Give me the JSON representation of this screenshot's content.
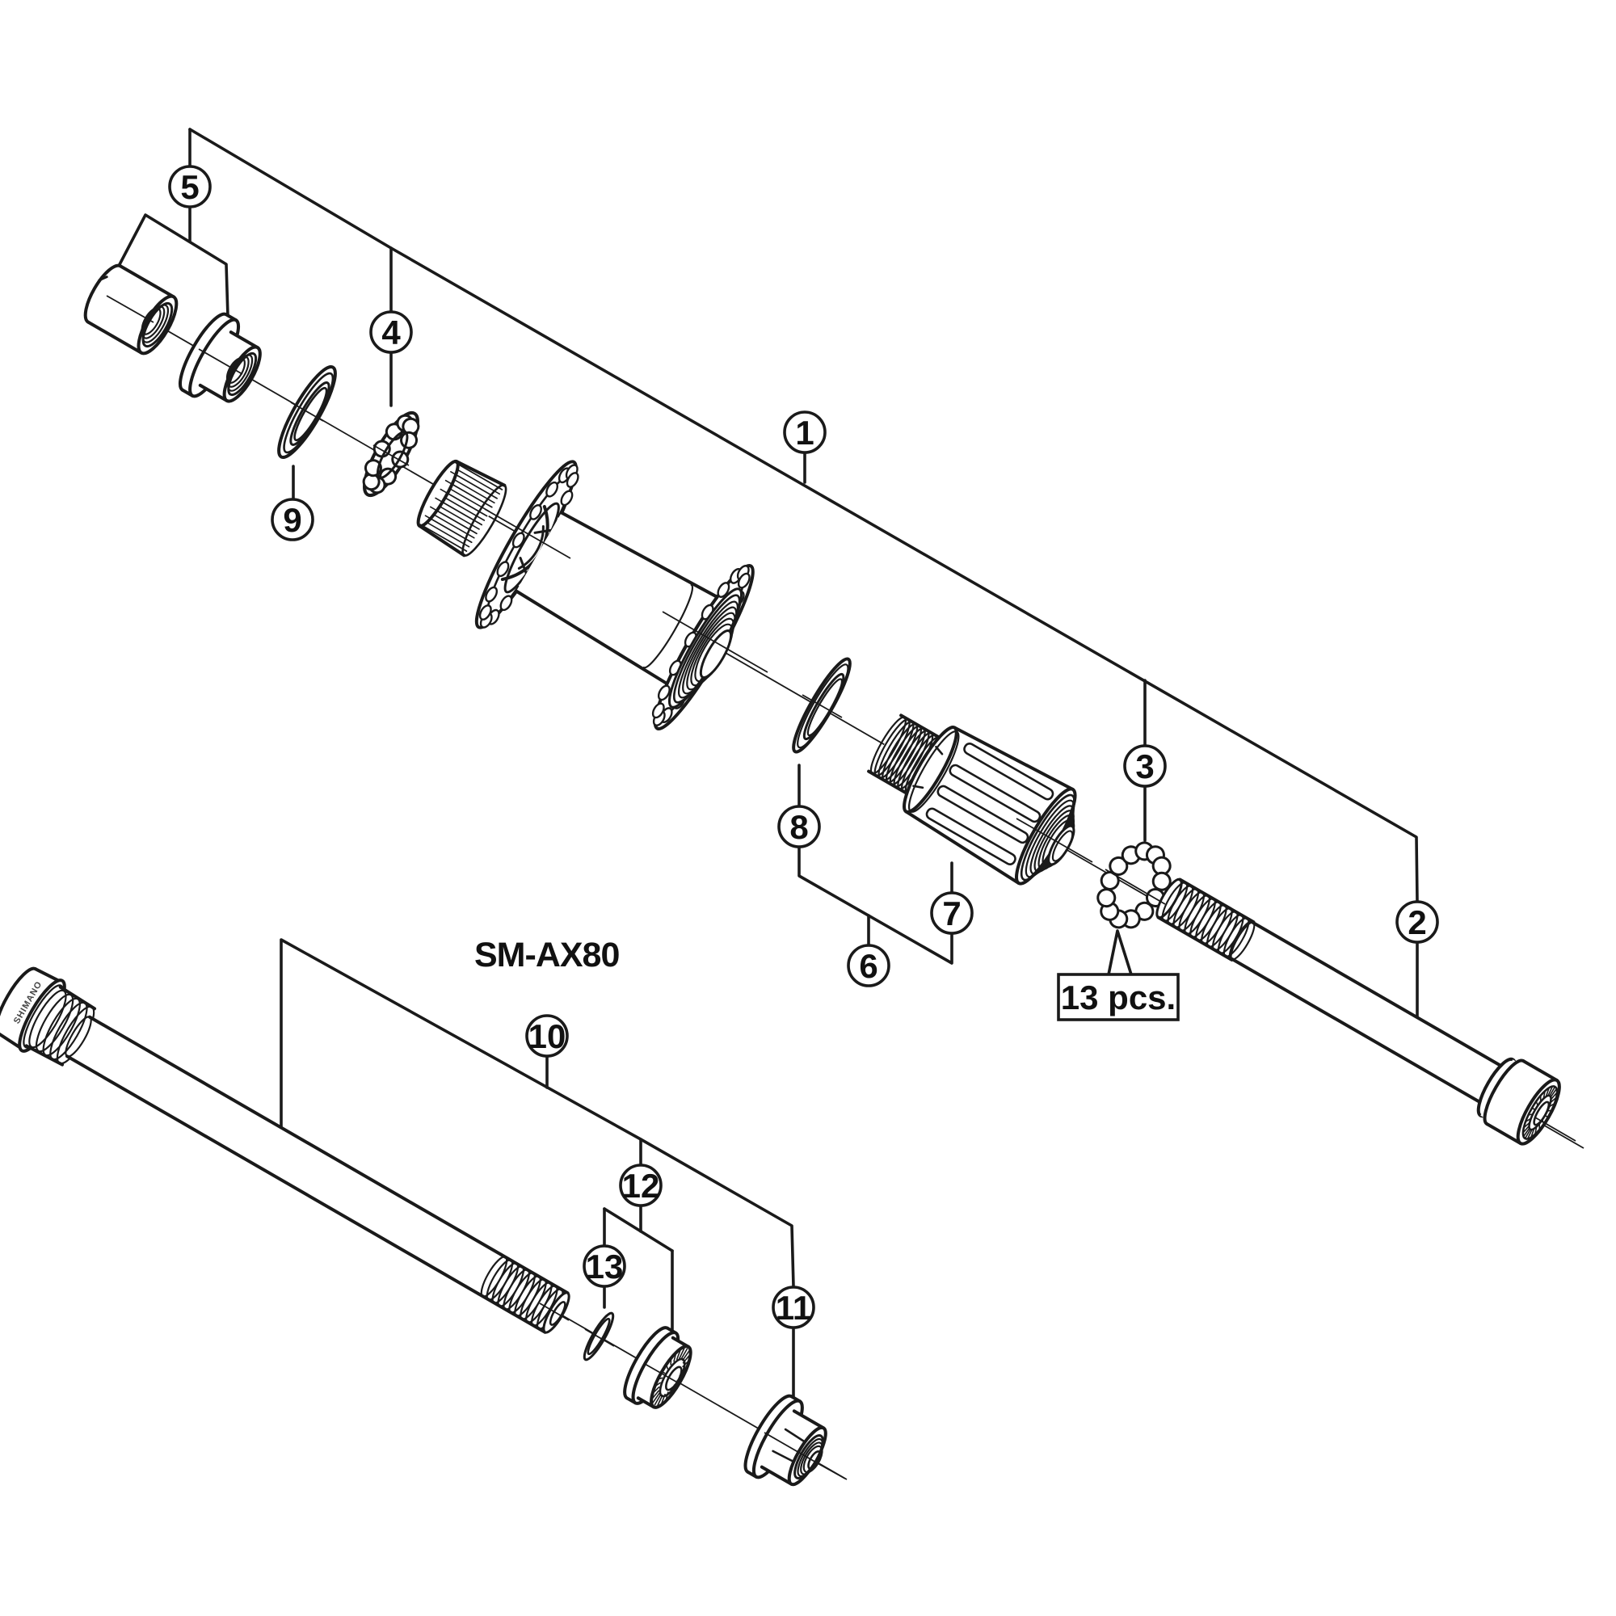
{
  "diagram": {
    "model_label": "SM-AX80",
    "quantity_note": "13 pcs.",
    "axle_cap_brand": "SHIMANO",
    "colors": {
      "line": "#1a1a1a",
      "background": "#ffffff"
    },
    "callouts": [
      {
        "label": "1"
      },
      {
        "label": "2"
      },
      {
        "label": "3"
      },
      {
        "label": "4"
      },
      {
        "label": "5"
      },
      {
        "label": "6"
      },
      {
        "label": "7"
      },
      {
        "label": "8"
      },
      {
        "label": "9"
      },
      {
        "label": "10"
      },
      {
        "label": "11"
      },
      {
        "label": "12"
      },
      {
        "label": "13"
      }
    ]
  }
}
